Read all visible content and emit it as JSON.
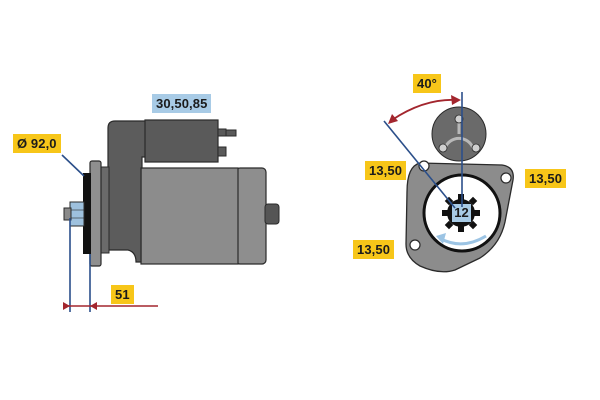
{
  "diagram": {
    "subject": "starter motor technical drawing",
    "colors": {
      "callout_yellow": "#f7c619",
      "callout_blue": "#a8cbe6",
      "dimension_line_blue": "#2b4f8a",
      "arrow_red": "#a3262e",
      "body_dark": "#5a5a5a",
      "body_mid": "#8c8c8c",
      "flange_black": "#111111",
      "rotation_arrow_light_blue": "#9cc4e4"
    },
    "side_view": {
      "terminal_label": "30,50,85",
      "flange_diameter_label": "Ø 92,0",
      "flange_offset_label": "51"
    },
    "front_view": {
      "angle_label": "40°",
      "bolt_hole_top_left_label": "13,50",
      "bolt_hole_right_label": "13,50",
      "bolt_hole_bottom_left_label": "13,50",
      "pinion_teeth_label": "12",
      "rotation_direction": "counter-clockwise arrow"
    }
  }
}
